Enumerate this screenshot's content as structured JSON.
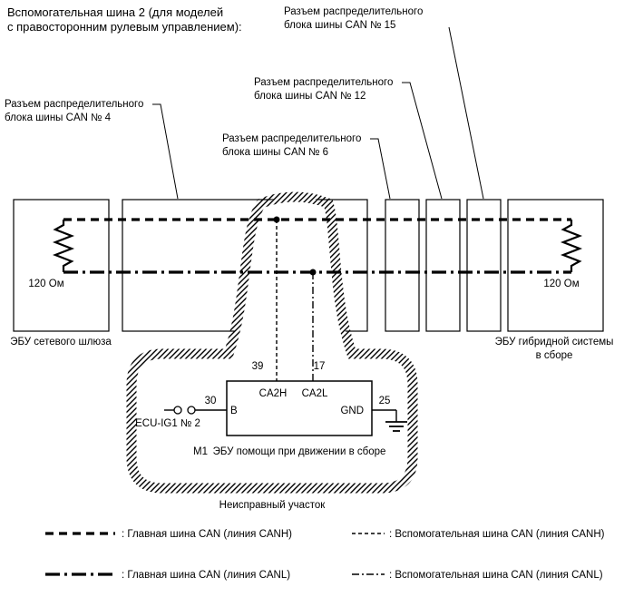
{
  "diagram": {
    "title_line1": "Вспомогательная шина 2 (для моделей",
    "title_line2": "с правосторонним рулевым управлением):",
    "connector_labels": {
      "no4": {
        "line1": "Разъем распределительного",
        "line2": "блока шины CAN № 4"
      },
      "no6": {
        "line1": "Разъем распределительного",
        "line2": "блока шины CAN № 6"
      },
      "no12": {
        "line1": "Разъем распределительного",
        "line2": "блока шины CAN № 12"
      },
      "no15": {
        "line1": "Разъем распределительного",
        "line2": "блока шины CAN № 15"
      }
    },
    "gateway_ecu": {
      "resistor": "120 Ом",
      "name": "ЭБУ сетевого шлюза"
    },
    "hybrid_ecu": {
      "resistor": "120 Ом",
      "name_line1": "ЭБУ гибридной системы",
      "name_line2": "в сборе"
    },
    "assist_ecu": {
      "pin_canh": "39",
      "pin_canl": "17",
      "pin_b": "30",
      "pin_gnd": "25",
      "label_canh": "CA2H",
      "label_canl": "CA2L",
      "label_b": "B",
      "label_gnd": "GND",
      "power_source": "ECU-IG1 № 2",
      "component_code": "M1",
      "name": "ЭБУ помощи при движении в сборе"
    },
    "fault_area_label": "Неисправный участок"
  },
  "legend": {
    "main_canh": ": Главная шина CAN (линия CANH)",
    "aux_canh": ": Вспомогательная шина CAN (линия CANH)",
    "main_canl": ": Главная шина CAN (линия CANL)",
    "aux_canl": ": Вспомогательная шина CAN (линия CANL)"
  },
  "colors": {
    "line": "#000000",
    "background": "#ffffff"
  }
}
